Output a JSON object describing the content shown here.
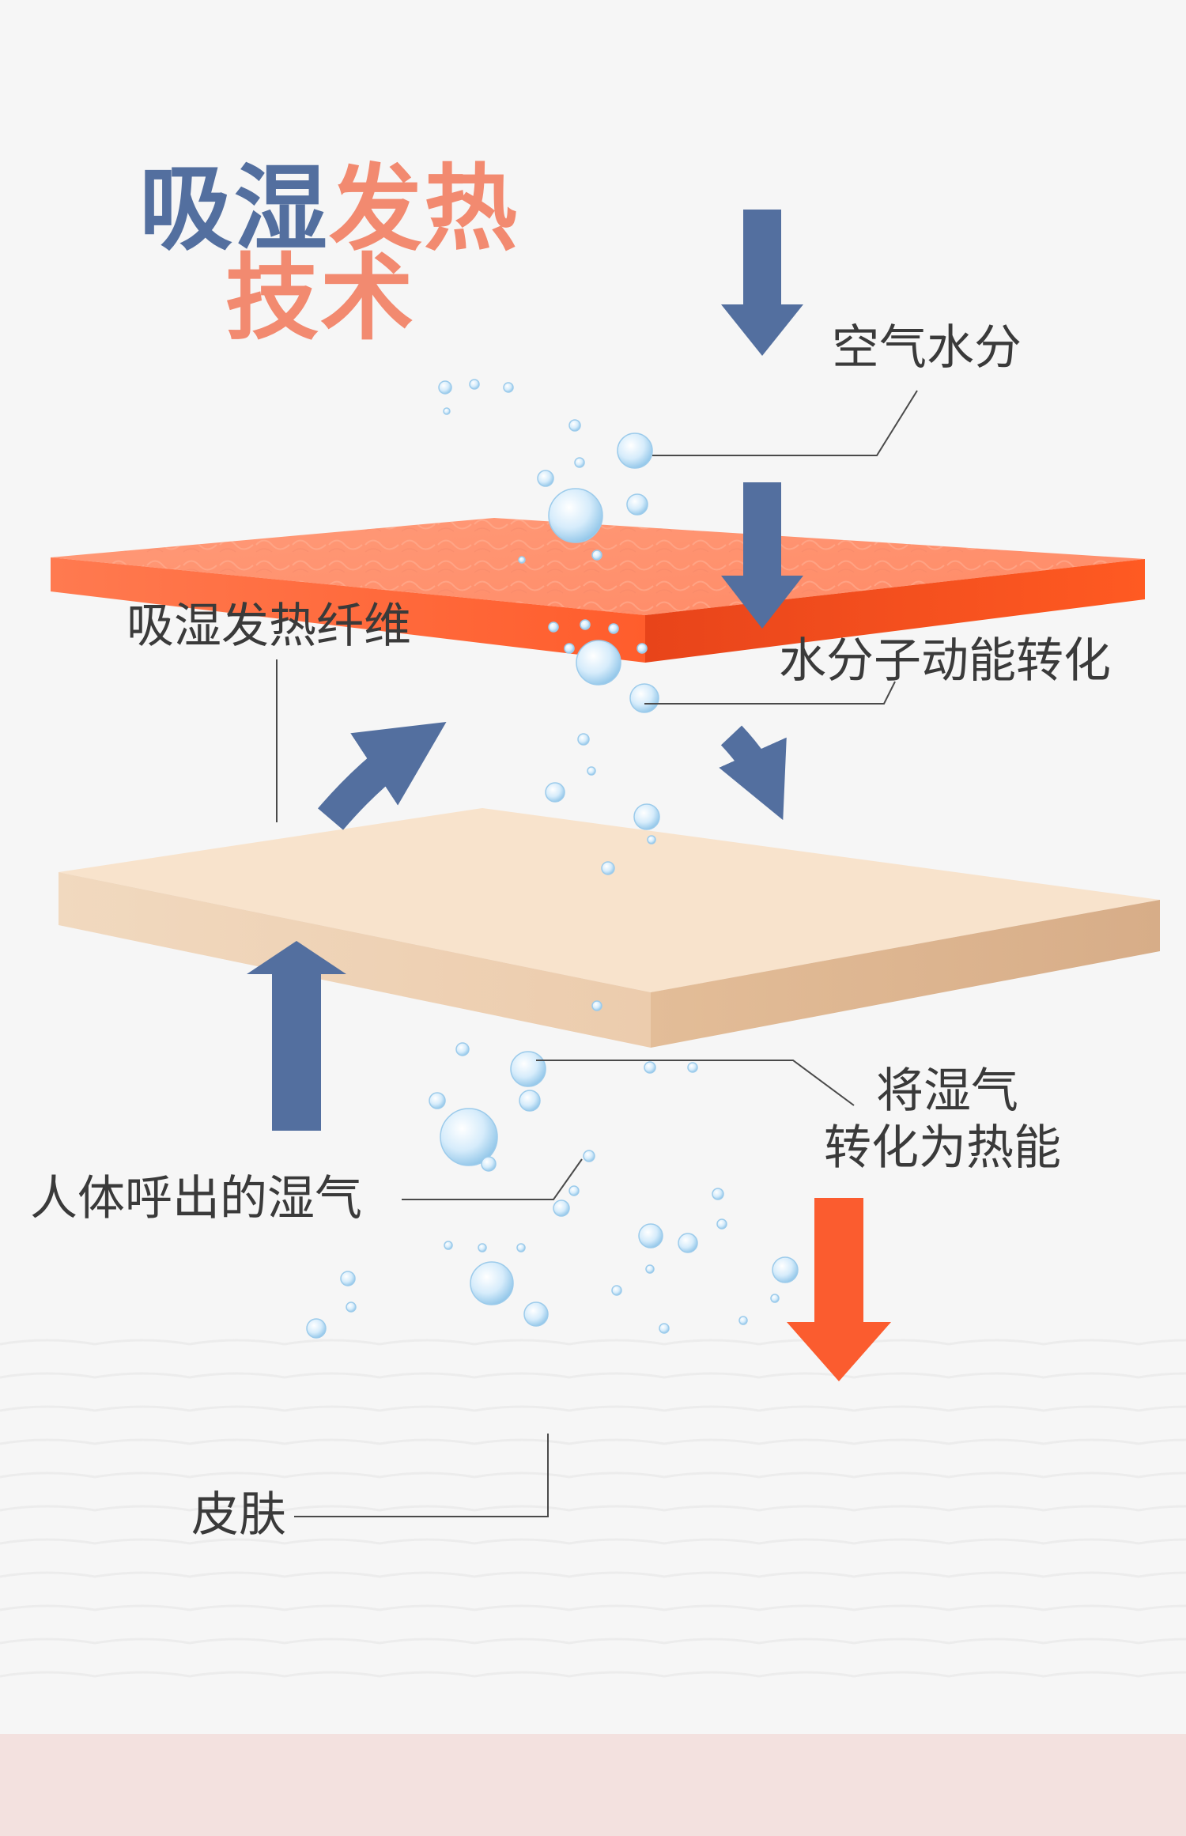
{
  "title": {
    "line1_part1": "吸湿",
    "line1_part2": "发热",
    "line2": "技术"
  },
  "labels": {
    "air_moisture": "空气水分",
    "fiber": "吸湿发热纤维",
    "kinetic_conversion": "水分子动能转化",
    "to_heat_line1": "将湿气",
    "to_heat_line2": "转化为热能",
    "exhaled_moisture": "人体呼出的湿气",
    "skin": "皮肤"
  },
  "colors": {
    "title_blue": "#536f9f",
    "title_coral": "#f28a70",
    "arrow_blue": "#536f9f",
    "heat_arrow": "#fb5c2f",
    "fiber_layer": "#ff7a52",
    "skin_layer": "#f7e0c6",
    "background": "#f6f6f6",
    "bottom_band": "#f3e1df"
  },
  "icons": [
    "arrow-down-icon",
    "arrow-up-icon",
    "curved-arrow-icon",
    "water-droplet-icon"
  ]
}
